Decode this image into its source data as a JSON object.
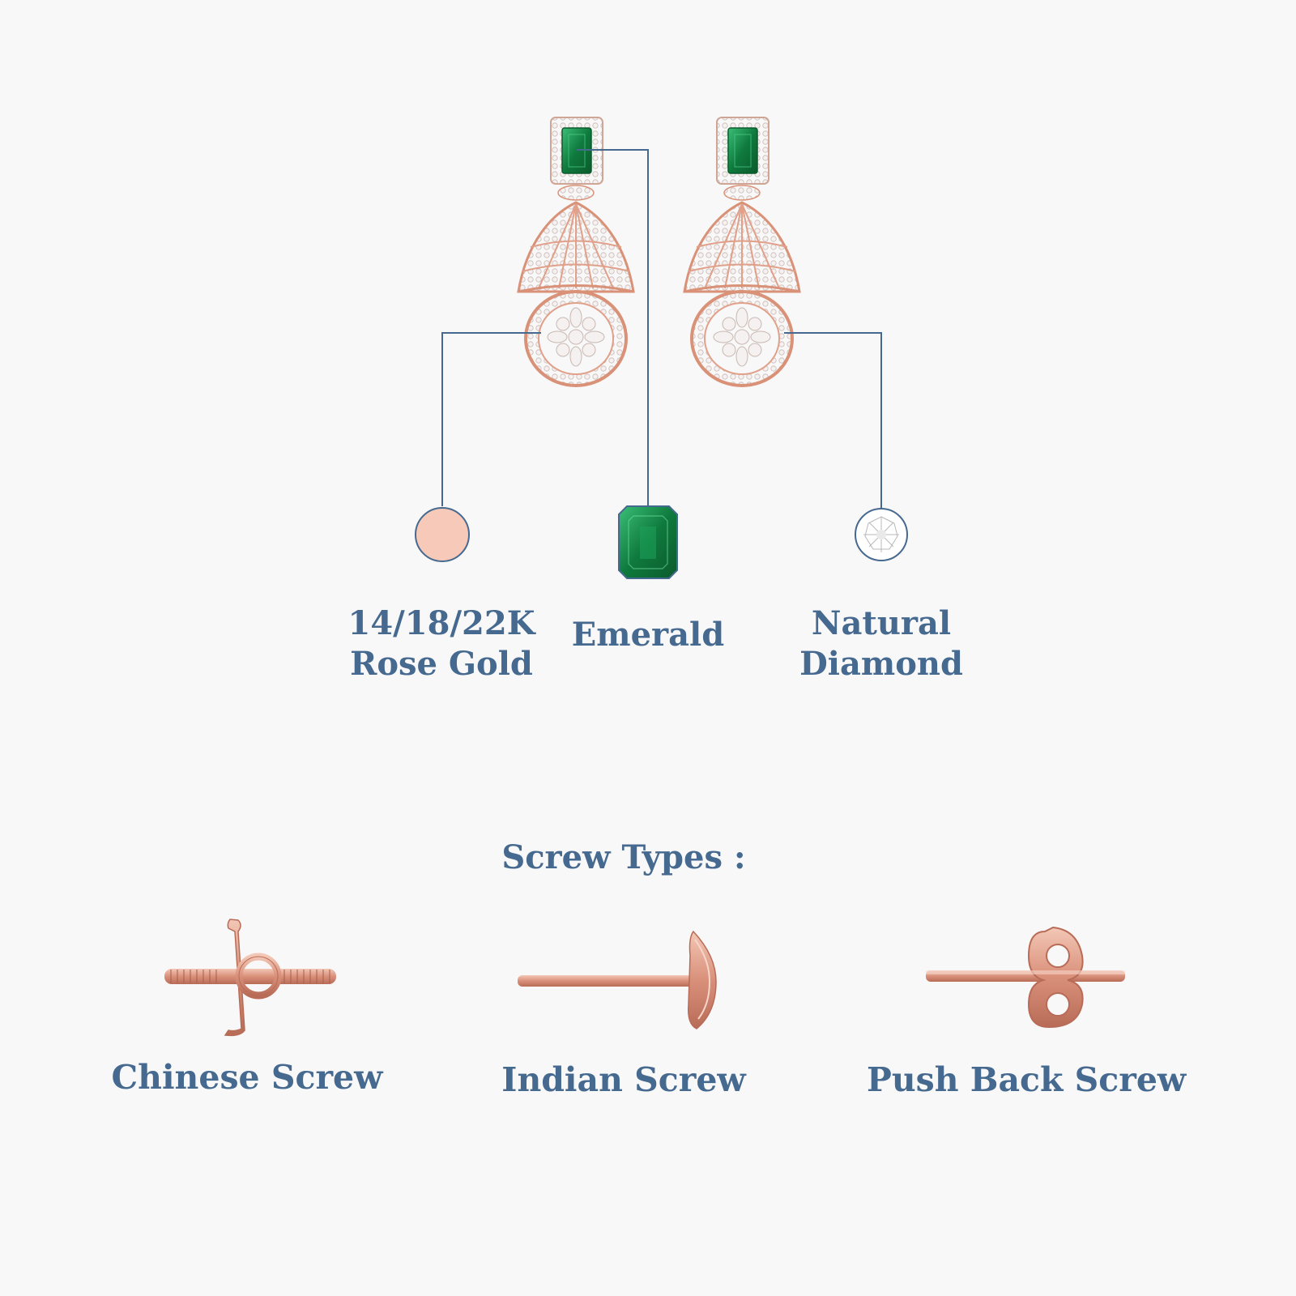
{
  "product": {
    "earring_left_name": "earring-left",
    "earring_right_name": "earring-right"
  },
  "materials": {
    "gold": {
      "line1": "14/18/22K",
      "line2": "Rose Gold",
      "swatch_color": "#f7c9b9"
    },
    "emerald": {
      "label": "Emerald",
      "color": "#1b8a4c"
    },
    "diamond": {
      "line1": "Natural",
      "line2": "Diamond"
    }
  },
  "screw_section": {
    "title": "Screw Types :",
    "items": [
      {
        "label": "Chinese Screw",
        "icon": "chinese-screw-icon"
      },
      {
        "label": "Indian Screw",
        "icon": "indian-screw-icon"
      },
      {
        "label": "Push Back Screw",
        "icon": "push-back-screw-icon"
      }
    ]
  },
  "colors": {
    "background": "#f8f8f8",
    "text": "#46698f",
    "connector": "#46698f",
    "rose_gold": "#e6a58f",
    "emerald": "#1b8a4c"
  }
}
